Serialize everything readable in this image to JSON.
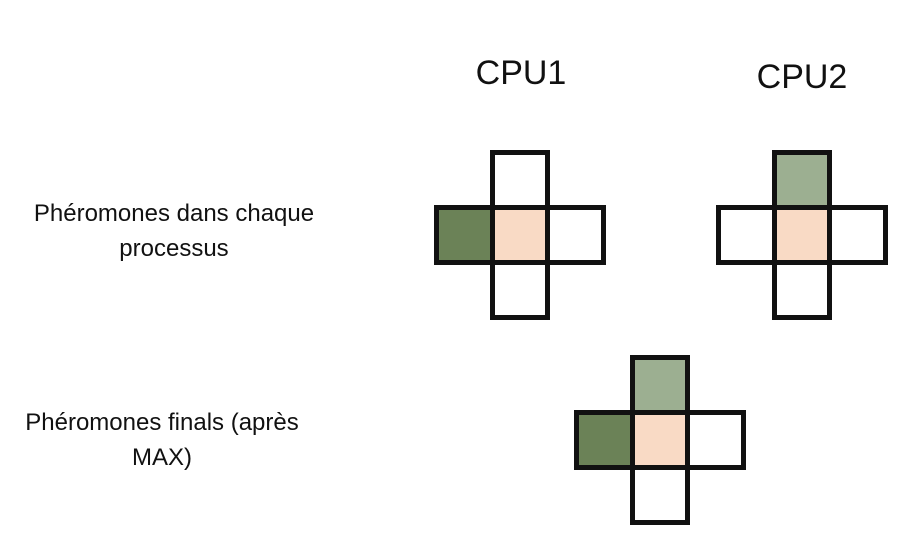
{
  "headers": {
    "cpu1": "CPU1",
    "cpu2": "CPU2"
  },
  "rows": {
    "per_process": {
      "line1": "Phéromones dans chaque",
      "line2": "processus"
    },
    "final": {
      "line1": "Phéromones finals (après",
      "line2": "MAX)"
    }
  },
  "colors": {
    "dark_green": "#6b8257",
    "light_green": "#9caf91",
    "peach": "#f9dac5",
    "empty": "#ffffff",
    "border": "#111111"
  },
  "grids": {
    "cpu1": {
      "top": "empty",
      "left": "dark_green",
      "center": "peach",
      "right": "empty",
      "bottom": "empty"
    },
    "cpu2": {
      "top": "light_green",
      "left": "empty",
      "center": "peach",
      "right": "empty",
      "bottom": "empty"
    },
    "final": {
      "top": "light_green",
      "left": "dark_green",
      "center": "peach",
      "right": "empty",
      "bottom": "empty"
    }
  }
}
